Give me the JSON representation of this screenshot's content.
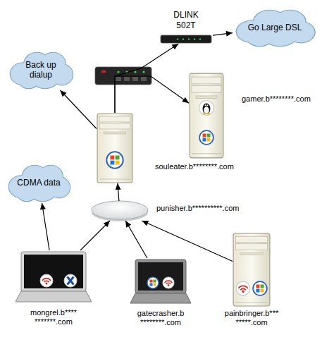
{
  "diagram": {
    "nodes": [
      {
        "text": [
          "DLINK 502T"
        ]
      },
      {
        "text": [
          "Go Large DSL"
        ]
      },
      {
        "text": [
          "Back up dialup"
        ]
      },
      {
        "text": [
          "gamer.b********.com"
        ]
      },
      {
        "text": [
          "souleater.b********.com"
        ]
      },
      {
        "text": [
          "CDMA data"
        ]
      },
      {
        "text": [
          "punisher.b**********.com"
        ]
      },
      {
        "text": [
          "mongrel.b**** *******.com"
        ]
      },
      {
        "text": [
          "gatecrasher.b ********.com"
        ]
      },
      {
        "text": [
          "painbringer.b*** *****.com"
        ]
      }
    ],
    "edges": [
      {
        "from": 4,
        "to": 0,
        "arrow": "to"
      },
      {
        "from": 0,
        "to": 1,
        "arrow": "to"
      },
      {
        "from": 4,
        "to": 2,
        "arrow": "to"
      },
      {
        "from": 4,
        "to": 3,
        "arrow": "to"
      },
      {
        "from": 6,
        "to": 4,
        "arrow": "to"
      },
      {
        "from": 7,
        "to": 5,
        "arrow": "to"
      },
      {
        "from": 7,
        "to": 6,
        "arrow": "to"
      },
      {
        "from": 8,
        "to": 6,
        "arrow": "to"
      },
      {
        "from": 9,
        "to": 6,
        "arrow": "to"
      }
    ]
  }
}
